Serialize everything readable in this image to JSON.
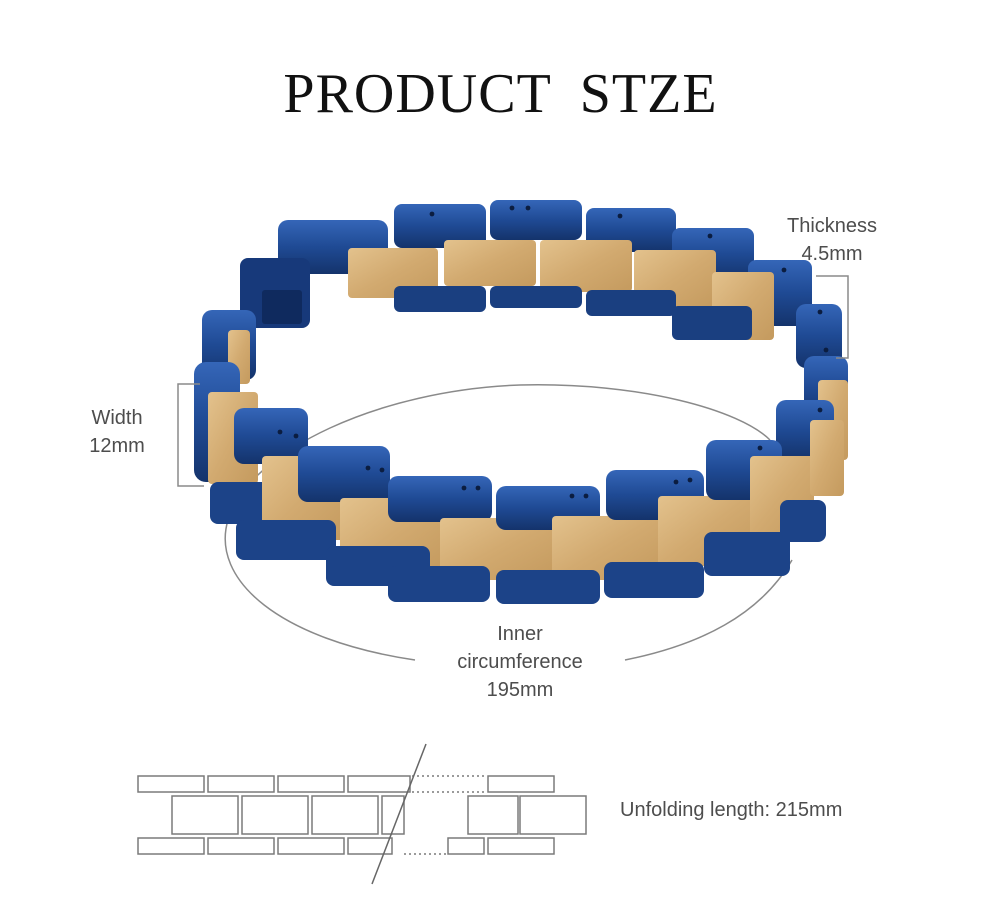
{
  "title": "PRODUCT STZE",
  "thickness": {
    "line1": "Thickness",
    "line2": "4.5mm"
  },
  "width": {
    "line1": "Width",
    "line2": "12mm"
  },
  "inner": {
    "line1": "Inner",
    "line2": "circumference",
    "line3": "195mm"
  },
  "unfolding": "Unfolding length: 215mm",
  "colors": {
    "metal_blue": "#1f4a94",
    "metal_dark": "#14336b",
    "wood": "#d7b27a",
    "wood_grain": "#b98e55",
    "line": "#8a8a8a"
  }
}
